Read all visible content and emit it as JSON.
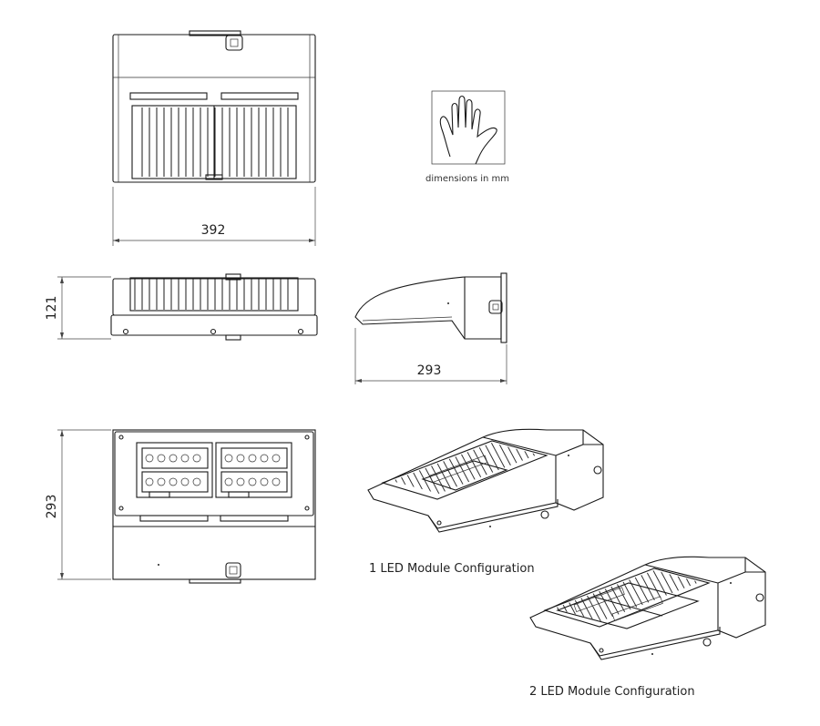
{
  "dimensions": {
    "width": "392",
    "height": "121",
    "depth_side": "293",
    "depth_bottom": "293"
  },
  "icon": {
    "name": "hand-icon",
    "caption": "dimensions in mm"
  },
  "captions": {
    "one_module": "1 LED Module Configuration",
    "two_module": "2 LED Module Configuration"
  }
}
